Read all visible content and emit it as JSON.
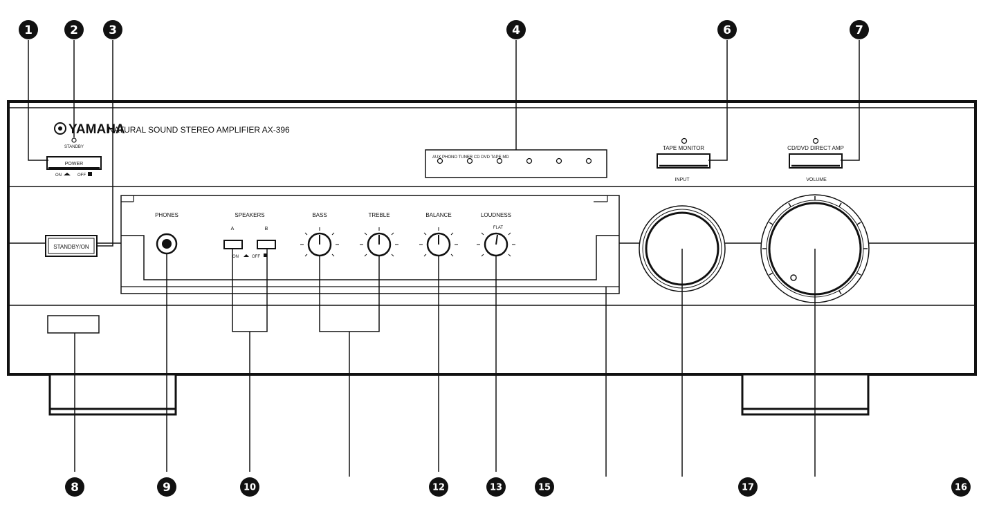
{
  "brand": {
    "logo": "YAMAHA",
    "tagline": "NATURAL SOUND  STEREO AMPLIFIER  AX-396"
  },
  "top_panel": {
    "standby_label": "STANDBY",
    "power_label": "POWER",
    "power_on_label": "ON",
    "power_off_label": "OFF",
    "input_sources": "AUX  PHONO TUNER  CD  DVD  TAPE MD",
    "tape_monitor_label": "TAPE MONITOR",
    "direct_amp_label": "CD/DVD DIRECT AMP",
    "input_knob_label": "INPUT",
    "volume_knob_label": "VOLUME"
  },
  "lower_panel": {
    "standby_on_label": "STANDBY/ON",
    "phones_label": "PHONES",
    "speakers_label": "SPEAKERS",
    "speaker_a_label": "A",
    "speaker_b_label": "B",
    "speaker_on_label": "ON",
    "speaker_off_label": "OFF",
    "bass_label": "BASS",
    "treble_label": "TREBLE",
    "balance_label": "BALANCE",
    "loudness_label": "LOUDNESS",
    "loudness_flat_label": "FLAT"
  },
  "callouts": {
    "c1": "1",
    "c2": "2",
    "c3": "3",
    "c4": "4",
    "c6": "6",
    "c7": "7",
    "c8": "8",
    "c9": "9",
    "c10": "10",
    "c12": "12",
    "c13": "13",
    "c15": "15",
    "c16": "16",
    "c17": "17"
  }
}
